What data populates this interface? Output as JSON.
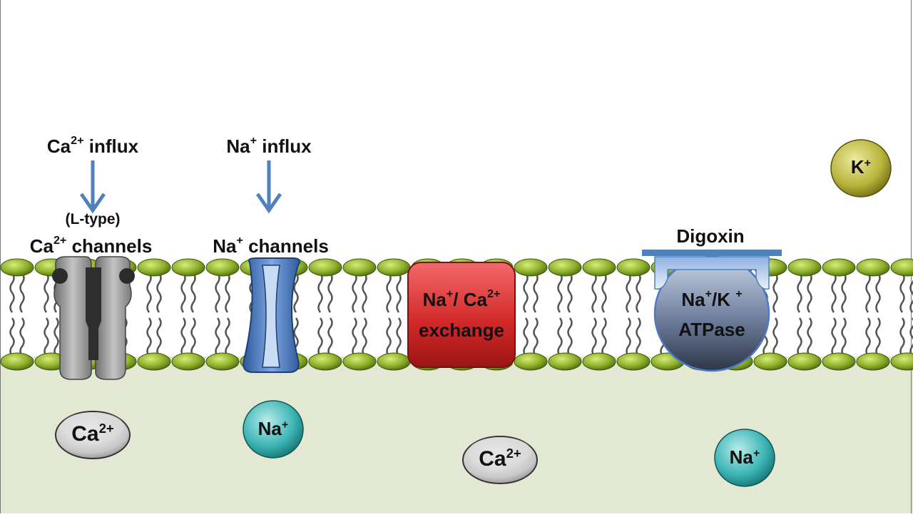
{
  "labels": {
    "ca_influx": {
      "base": "Ca",
      "sup": "2+",
      "rest": " influx"
    },
    "na_influx": {
      "base": "Na",
      "sup": "+",
      "rest": " influx"
    },
    "l_type": "(L-type)",
    "ca_channels": {
      "base": "Ca",
      "sup": "2+",
      "rest": " channels"
    },
    "na_channels": {
      "base": "Na",
      "sup": "+",
      "rest": " channels"
    },
    "digoxin": "Digoxin",
    "exchanger_line1": {
      "a": "Na",
      "a_sup": "+",
      "mid": "/ Ca",
      "b_sup": "2+"
    },
    "exchanger_line2": "exchange",
    "atpase_line1": {
      "a": "Na",
      "a_sup": "+",
      "mid": "/K ",
      "b_sup": "+"
    },
    "atpase_line2": "ATPase"
  },
  "ions": {
    "k_out": {
      "base": "K",
      "sup": "+"
    },
    "ca_in_1": {
      "base": "Ca",
      "sup": "2+"
    },
    "na_in_1": {
      "base": "Na",
      "sup": "+"
    },
    "ca_in_2": {
      "base": "Ca",
      "sup": "2+"
    },
    "na_in_2": {
      "base": "Na",
      "sup": "+"
    }
  },
  "colors": {
    "cytoplasm": "#e2e8d2",
    "lipid_head": "#8db02a",
    "arrow": "#4f81bd",
    "ca_channel": "#8a8a8a",
    "na_channel": "#4f81c7",
    "exchanger": "#d42a2a",
    "atpase": "#6d7e9c",
    "k_ion": "#b8b43a",
    "na_ion": "#3bb3b3",
    "ca_ion": "#c8c8c8"
  }
}
